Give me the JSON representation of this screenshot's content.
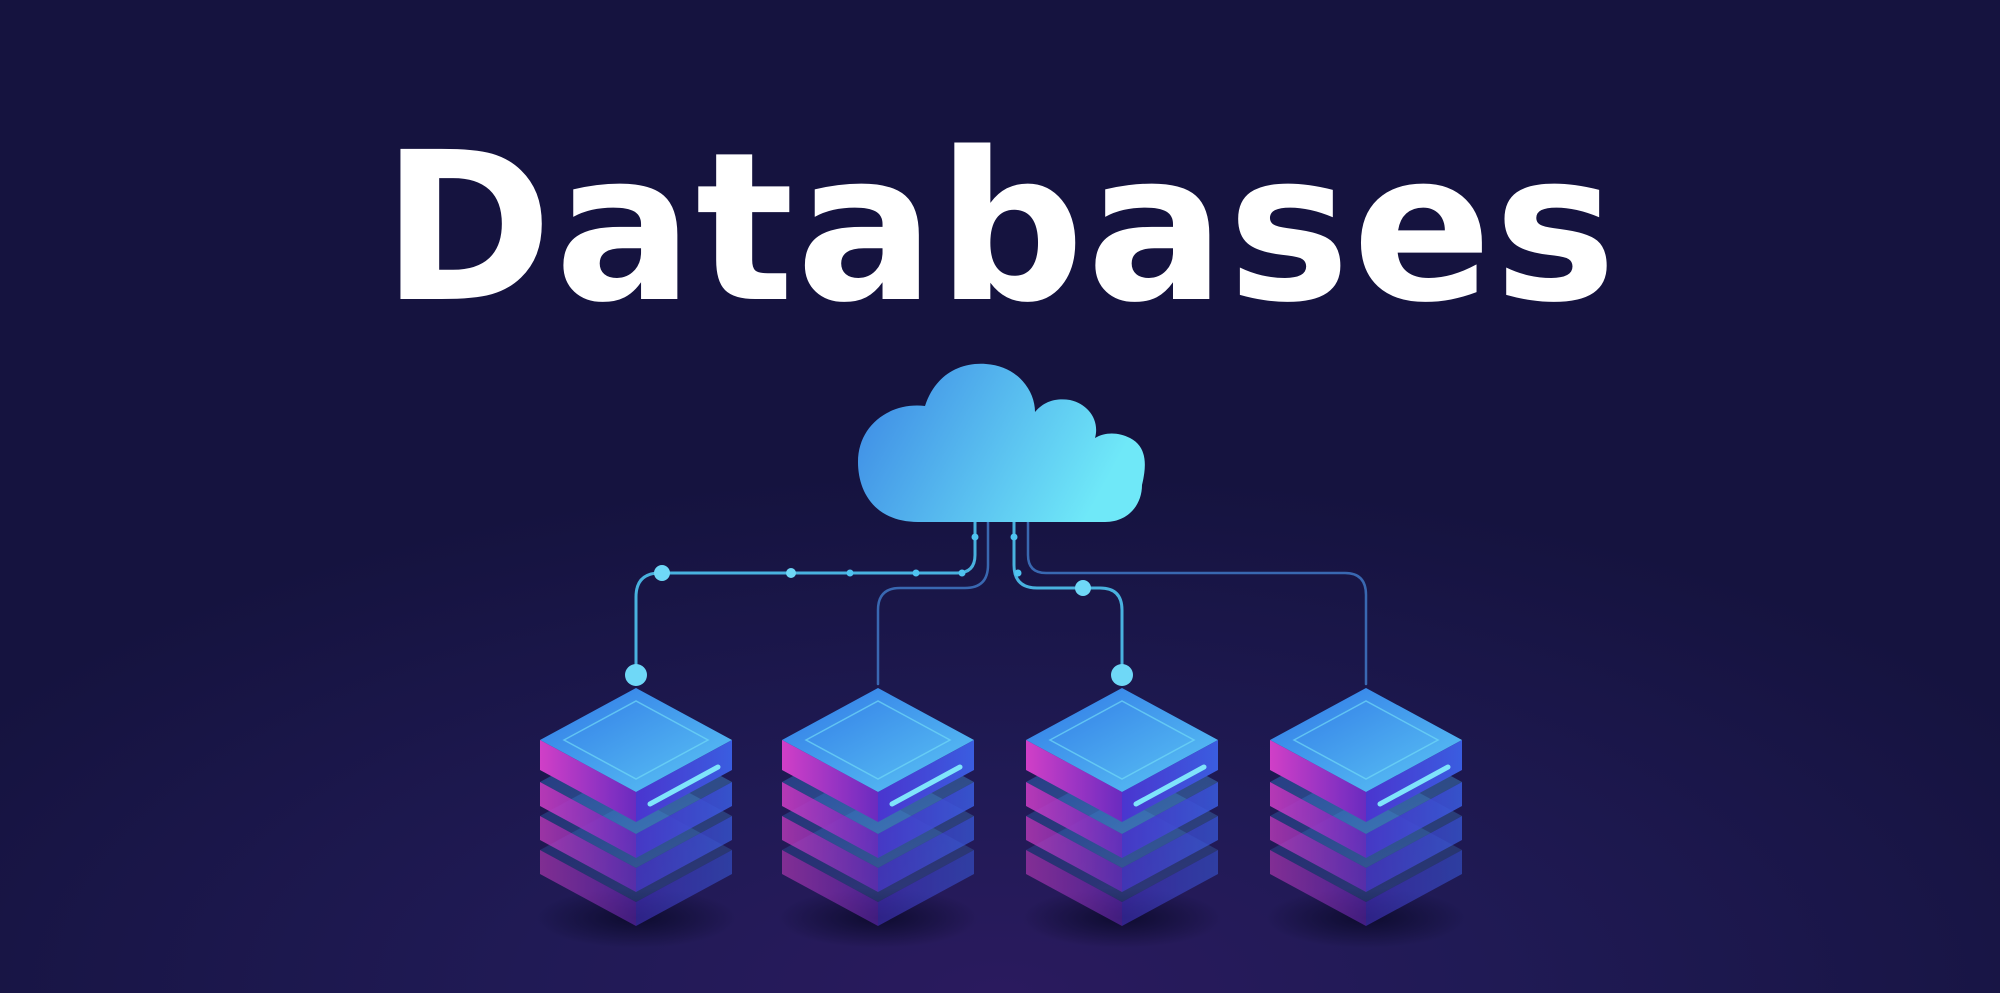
{
  "title": "Databases",
  "colors": {
    "background": "#15133f",
    "title": "#ffffff",
    "cloud_start": "#3b8fe6",
    "cloud_end": "#6ee6f7",
    "connector": "#4fc3f0",
    "server_top": "#3d8ff0",
    "server_side_left": "#c23fc5",
    "server_side_right": "#3b4fd8"
  },
  "icons": {
    "cloud": "cloud-icon",
    "server": "database-server-icon"
  },
  "servers": [
    {
      "id": "server-1"
    },
    {
      "id": "server-2"
    },
    {
      "id": "server-3"
    },
    {
      "id": "server-4"
    }
  ]
}
